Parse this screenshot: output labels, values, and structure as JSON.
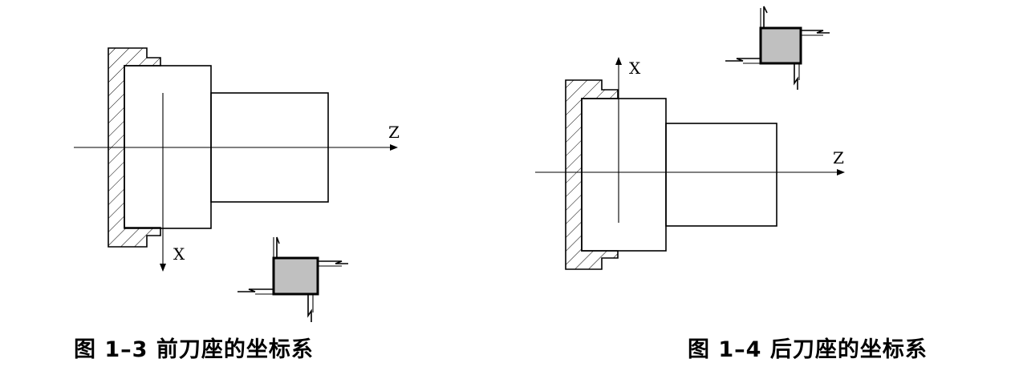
{
  "figures": [
    {
      "caption": "图 1–3  前刀座的坐标系",
      "axis_z": "Z",
      "axis_x": "X"
    },
    {
      "caption": "图 1–4  后刀座的坐标系",
      "axis_z": "Z",
      "axis_x": "X"
    }
  ],
  "colors": {
    "tool_fill": "#c0c0c0",
    "line": "#000000"
  }
}
